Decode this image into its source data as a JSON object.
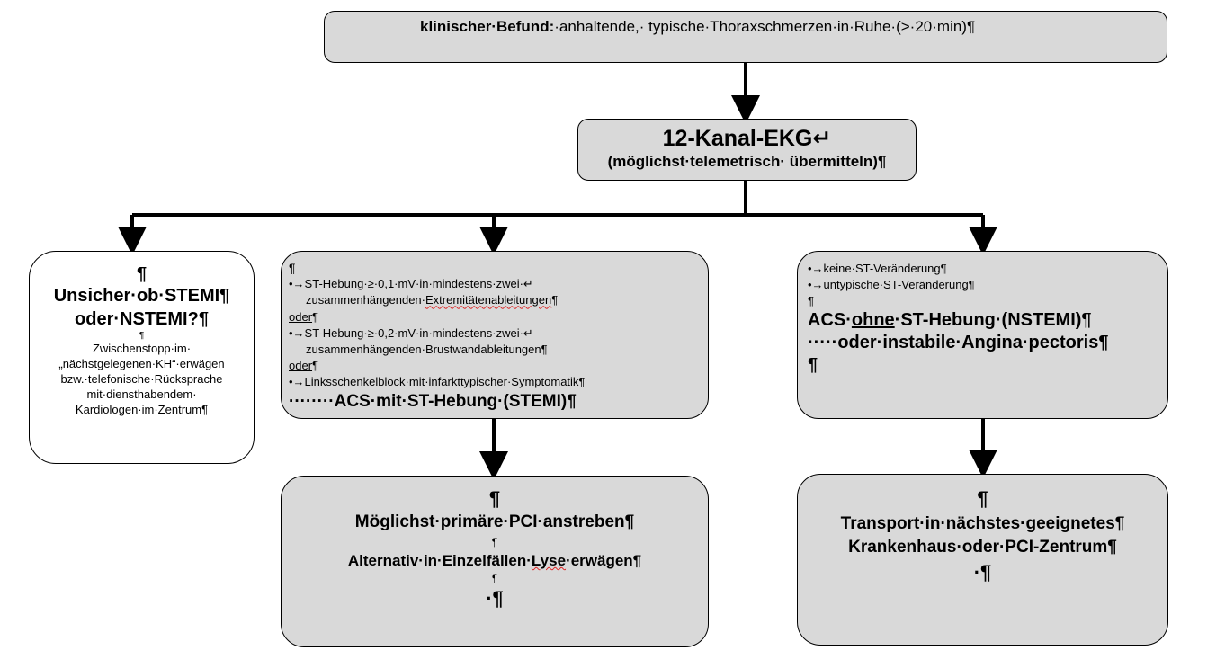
{
  "top": {
    "bold": "klinischer·Befund:",
    "text": "·anhaltende,· typische·Thoraxschmerzen·in·Ruhe·(>·20·min)¶"
  },
  "ekg": {
    "title": "12-Kanal-EKG↵",
    "subtitle": "(möglichst·telemetrisch· übermitteln)¶"
  },
  "left": {
    "pilcrow": "¶",
    "title1": "Unsicher·ob·STEMI¶",
    "title2": "oder·NSTEMI?¶",
    "small_pilcrow": "¶",
    "lines": [
      "Zwischenstopp·im·",
      "„nächstgelegenen·KH“·erwägen",
      "bzw.·telefonische·Rücksprache",
      "mit·diensthabendem·",
      "Kardiologen·im·Zentrum¶"
    ]
  },
  "stemi": {
    "pilcrow": "¶",
    "c1_a": "•→ST-Hebung·≥·0,1·mV·in·mindestens·zwei·↵",
    "c1_b_pre": "zusammenhängenden·",
    "c1_b_wavy": "Extremitätenableitungen",
    "c1_b_post": "¶",
    "or1": "oder",
    "or1_mark": "¶",
    "c2_a": "•→ST-Hebung·≥·0,2·mV·in·mindestens·zwei·↵",
    "c2_b": "zusammenhängenden·Brustwandableitungen¶",
    "or2": "oder",
    "or2_mark": "¶",
    "c3": "•→Linksschenkelblock·mit·infarkttypischer·Symptomatik¶",
    "dots": "········",
    "result": "ACS·mit·ST-Hebung·(STEMI)¶"
  },
  "nstemi": {
    "c1": "•→keine·ST-Veränderung¶",
    "c2": "•→untypische·ST-Veränderung¶",
    "pilcrow": "¶",
    "r1_pre": "ACS·",
    "r1_u": "ohne",
    "r1_post": "·ST-Hebung·(NSTEMI)¶",
    "r2_dots": "·····",
    "r2": "oder·instabile·Angina·pectoris¶",
    "pilcrow2": "¶"
  },
  "pci": {
    "pilcrow": "¶",
    "l1": "Möglichst·primäre·PCI·anstreben¶",
    "small_pilcrow": "¶",
    "l2_pre": "Alternativ·in·Einzelfällen·",
    "l2_wavy": "Lyse",
    "l2_post": "·erwägen¶",
    "small_pilcrow2": "¶",
    "end": "·¶"
  },
  "transport": {
    "pilcrow": "¶",
    "l1": "Transport·in·nächstes·geeignetes¶",
    "l2": "Krankenhaus·oder·PCI-Zentrum¶",
    "end": "·¶"
  }
}
